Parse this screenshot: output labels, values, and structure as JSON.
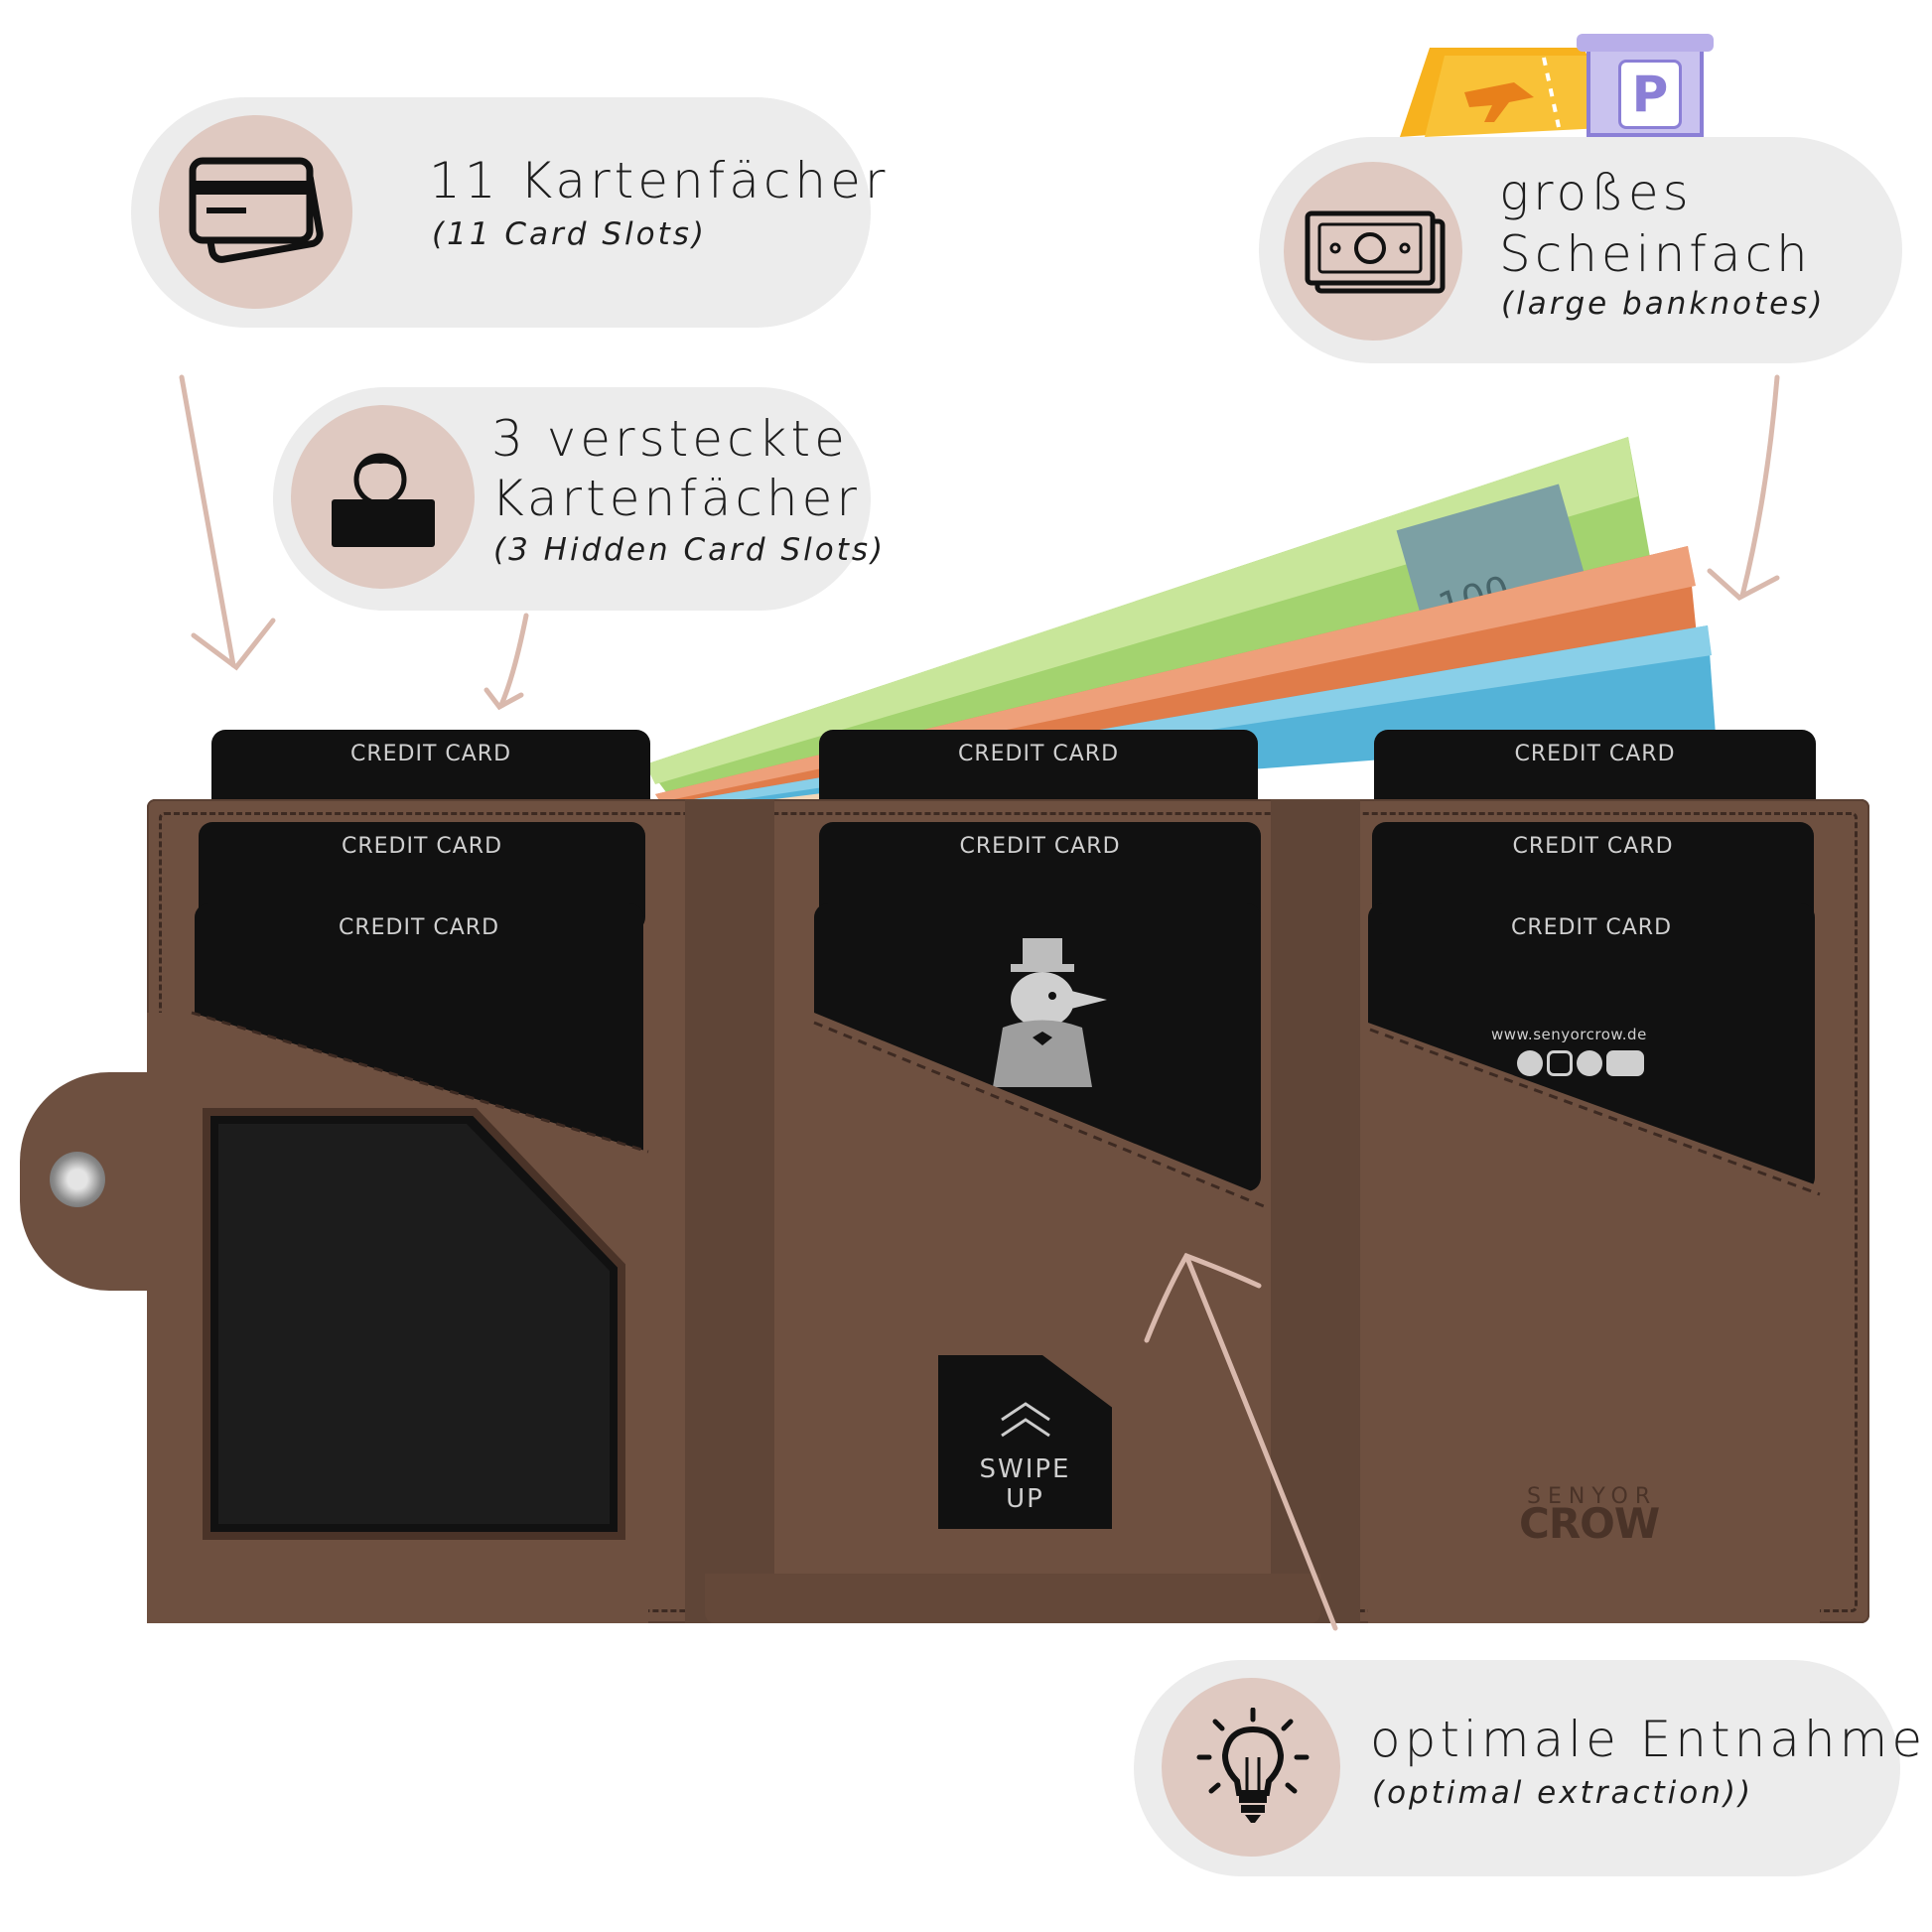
{
  "features": {
    "card_slots": {
      "title": "11 Kartenfächer",
      "subtitle": "(11 Card Slots)",
      "icon": "credit-card-icon"
    },
    "hidden_slots": {
      "title_line1": "3 versteckte",
      "title_line2": "Kartenfächer",
      "subtitle": "(3 Hidden Card Slots)",
      "icon": "hidden-person-icon"
    },
    "banknotes": {
      "title_line1": "großes",
      "title_line2": "Scheinfach",
      "subtitle": "(large banknotes)",
      "icon": "banknote-icon"
    },
    "extraction": {
      "title": "optimale Entnahme",
      "subtitle": "(optimal extraction))",
      "icon": "lightbulb-icon"
    }
  },
  "top_icons": {
    "ticket": "plane-ticket-icon",
    "parking": "P"
  },
  "wallet": {
    "card_label": "CREDIT CARD",
    "swipe_line1": "SWIPE",
    "swipe_line2": "UP",
    "website": "www.senyorcrow.de",
    "brand_line1": "SENYOR",
    "brand_line2": "CROW",
    "banknote_value": "100",
    "colors": {
      "leather": "#6e5040",
      "leather_dark": "#4a3328",
      "card": "#111111",
      "accent_circle": "#dfc9c1",
      "pill": "#ececec",
      "arrow": "#d9b9ad"
    }
  }
}
